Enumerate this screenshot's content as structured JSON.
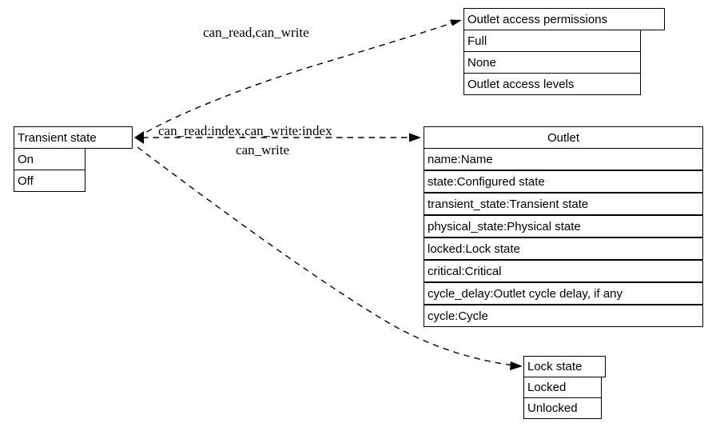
{
  "diagram": {
    "type": "uml-class-record-diagram",
    "background": "#ffffff",
    "line_color": "#000000",
    "edge_style": "dashed"
  },
  "nodes": {
    "transient_state": {
      "title": "Transient state",
      "rows": [
        "On",
        "Off"
      ]
    },
    "outlet_access_permissions": {
      "title": "Outlet access permissions",
      "rows": [
        "Full",
        "None",
        "Outlet access levels"
      ]
    },
    "outlet": {
      "title": "Outlet",
      "rows": [
        "name:Name",
        "state:Configured state",
        "transient_state:Transient state",
        "physical_state:Physical state",
        "locked:Lock state",
        "critical:Critical",
        "cycle_delay:Outlet cycle delay, if any",
        "cycle:Cycle"
      ]
    },
    "lock_state": {
      "title": "Lock state",
      "rows": [
        "Locked",
        "Unlocked"
      ]
    }
  },
  "edges": [
    {
      "id": "to-permissions",
      "from": "transient_state",
      "to": "outlet_access_permissions",
      "label": "can_read,can_write"
    },
    {
      "id": "to-outlet",
      "from": "transient_state",
      "to": "outlet",
      "label_line1": "can_read:index,can_write:index",
      "label_line2": "can_write"
    },
    {
      "id": "to-lock-state",
      "from": "transient_state",
      "to": "lock_state",
      "label": ""
    }
  ]
}
